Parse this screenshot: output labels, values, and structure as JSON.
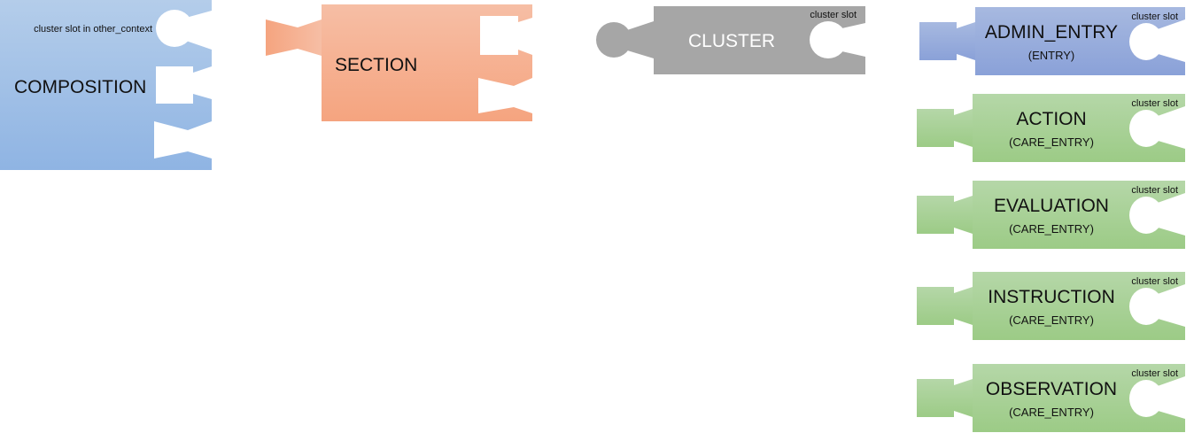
{
  "colors": {
    "composition": [
      "#b4cdea",
      "#8fb4e3"
    ],
    "section": [
      "#f6bea5",
      "#f5a47f"
    ],
    "cluster": "#a6a6a6",
    "admin_entry": [
      "#a7b9e0",
      "#8aa1d8"
    ],
    "care_entry": [
      "#b5d7a8",
      "#9ccb86"
    ]
  },
  "composition": {
    "label": "COMPOSITION",
    "slot_label": "cluster slot in other_context"
  },
  "section": {
    "label": "SECTION"
  },
  "cluster": {
    "label": "CLUSTER",
    "slot_label": "cluster slot"
  },
  "entries": [
    {
      "label": "ADMIN_ENTRY",
      "type": "(ENTRY)",
      "slot_label": "cluster slot"
    },
    {
      "label": "ACTION",
      "type": "(CARE_ENTRY)",
      "slot_label": "cluster slot"
    },
    {
      "label": "EVALUATION",
      "type": "(CARE_ENTRY)",
      "slot_label": "cluster slot"
    },
    {
      "label": "INSTRUCTION",
      "type": "(CARE_ENTRY)",
      "slot_label": "cluster slot"
    },
    {
      "label": "OBSERVATION",
      "type": "(CARE_ENTRY)",
      "slot_label": "cluster slot"
    }
  ]
}
